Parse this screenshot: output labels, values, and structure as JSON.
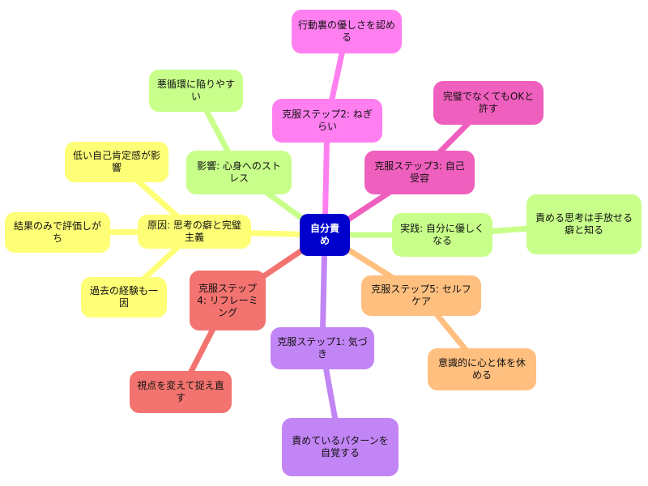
{
  "mindmap": {
    "center": "自分責め",
    "branches": [
      {
        "label": "原因: 思考の癖と完璧主義",
        "children": [
          "低い自己肯定感が影響",
          "結果のみで評価しがち",
          "過去の経験も一因"
        ]
      },
      {
        "label": "影響: 心身へのストレス",
        "children": [
          "悪循環に陥りやすい"
        ]
      },
      {
        "label": "克服ステップ2: ねぎらい",
        "children": [
          "行動裏の優しさを認める"
        ]
      },
      {
        "label": "克服ステップ3: 自己受容",
        "children": [
          "完璧でなくてもOKと許す"
        ]
      },
      {
        "label": "実践: 自分に優しくなる",
        "children": [
          "責める思考は手放せる癖と知る"
        ]
      },
      {
        "label": "克服ステップ5: セルフケア",
        "children": [
          "意識的に心と体を休める"
        ]
      },
      {
        "label": "克服ステップ1: 気づき",
        "children": [
          "責めているパターンを自覚する"
        ]
      },
      {
        "label": "克服ステップ4: リフレーミング",
        "children": [
          "視点を変えて捉え直す"
        ]
      }
    ]
  },
  "colors": {
    "center": "#0000cc",
    "cause": "#ffff77",
    "effect": "#c8ff8a",
    "step2": "#ff7ff0",
    "step3": "#ef5fbd",
    "practice": "#c8ff8a",
    "step5": "#ffbf7f",
    "step1": "#c285f5",
    "step4": "#f2736f"
  }
}
